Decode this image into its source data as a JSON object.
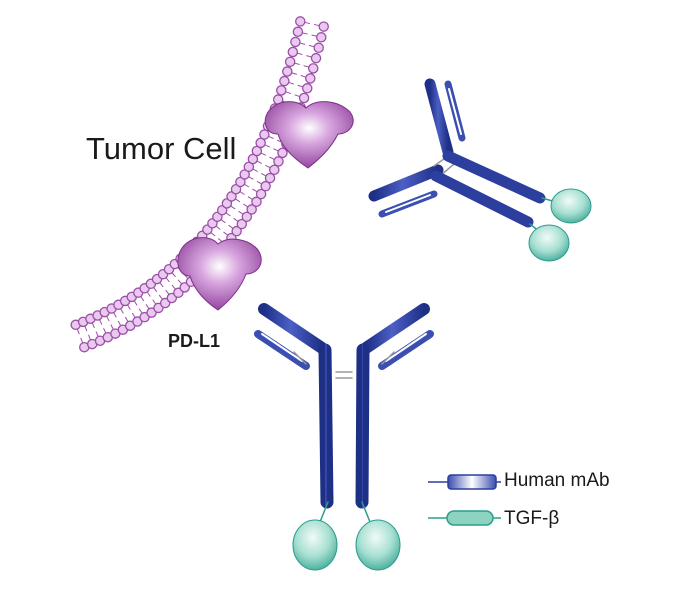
{
  "labels": {
    "cell": "Tumor Cell",
    "receptor": "PD-L1"
  },
  "legend": [
    {
      "text": "Human mAb",
      "swatch": "blue-bar"
    },
    {
      "text": "TGF-β",
      "swatch": "teal-oval"
    }
  ],
  "colors": {
    "membrane": "#9b4ea6",
    "membrane_fill": "#e9c9ef",
    "pdl1": "#8f3d9a",
    "antibody": "#2c3f9e",
    "antibody_light": "#8a97d6",
    "tgf": "#2a9d8f",
    "tgf_fill": "#bfe8de"
  }
}
